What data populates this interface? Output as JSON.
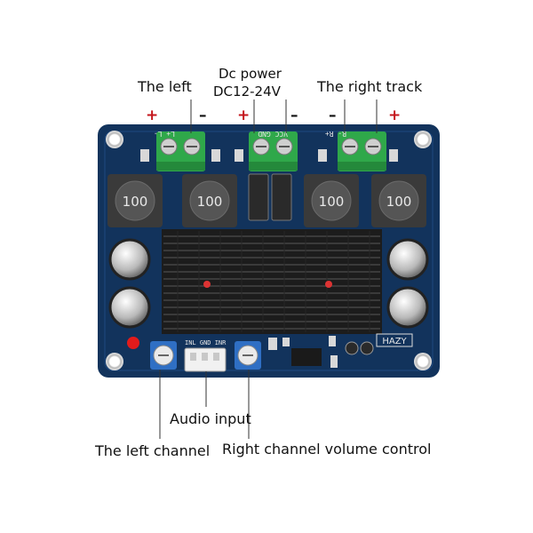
{
  "labels": {
    "left_output": "The left",
    "dc_power_line1": "Dc power",
    "dc_power_line2": "DC12-24V",
    "right_output": "The right track",
    "audio_input": "Audio input",
    "left_channel": "The left channel",
    "right_channel": "Right channel volume control"
  },
  "polarity": {
    "plus": "+",
    "minus": "–"
  },
  "board": {
    "inductor_value": "100",
    "brand": "HAZY",
    "terminal_left": "L+  L-",
    "terminal_power": "VCC  GND",
    "terminal_right": "R-  R+",
    "input_header": "INL GND INR",
    "board_color": "#12335c",
    "heatsink_color": "#1c1c1c",
    "terminal_color": "#2fa84a"
  }
}
